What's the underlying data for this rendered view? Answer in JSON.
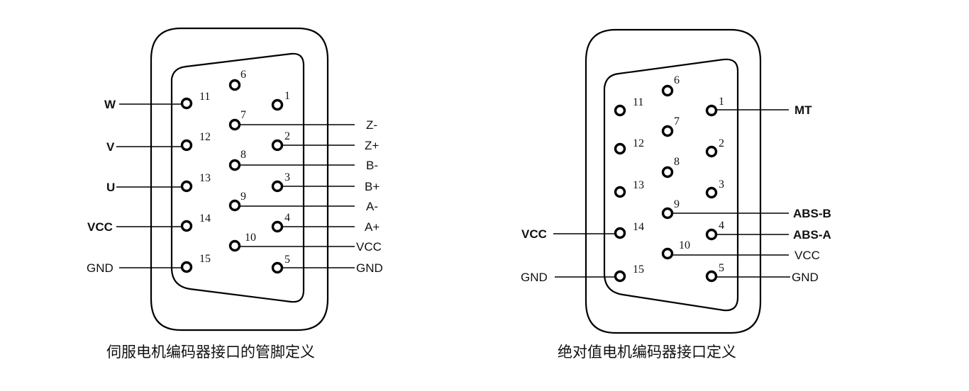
{
  "left": {
    "caption": "伺服电机编码器接口的管脚定义",
    "pin_numbers": [
      "11",
      "12",
      "13",
      "14",
      "15",
      "6",
      "7",
      "8",
      "9",
      "10",
      "1",
      "2",
      "3",
      "4",
      "5"
    ],
    "left_labels": [
      "W",
      "V",
      "U",
      "VCC",
      "GND"
    ],
    "right_labels": [
      "Z-",
      "Z+",
      "B-",
      "B+",
      "A-",
      "A+",
      "VCC",
      "GND"
    ]
  },
  "right": {
    "caption": "绝对值电机编码器接口定义",
    "pin_numbers": [
      "11",
      "12",
      "13",
      "14",
      "15",
      "6",
      "7",
      "8",
      "9",
      "10",
      "1",
      "2",
      "3",
      "4",
      "5"
    ],
    "left_labels": [
      "VCC",
      "GND"
    ],
    "right_labels": [
      "MT",
      "ABS-B",
      "ABS-A",
      "VCC",
      "GND"
    ]
  }
}
